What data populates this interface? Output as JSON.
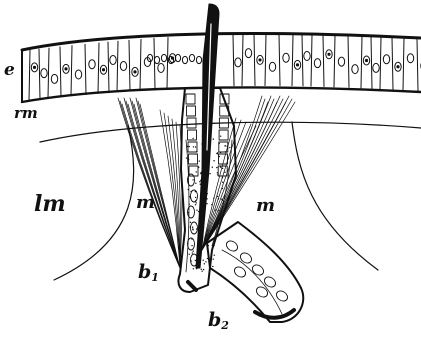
{
  "figure": {
    "ink_color": "#111111",
    "background": "#ffffff",
    "labels": {
      "e": "e",
      "rm": "rm",
      "lm": "lm",
      "m_left": "m",
      "m_right": "m",
      "b1_letter": "b",
      "b1_sub": "1",
      "b2_letter": "b",
      "b2_sub": "2"
    }
  }
}
